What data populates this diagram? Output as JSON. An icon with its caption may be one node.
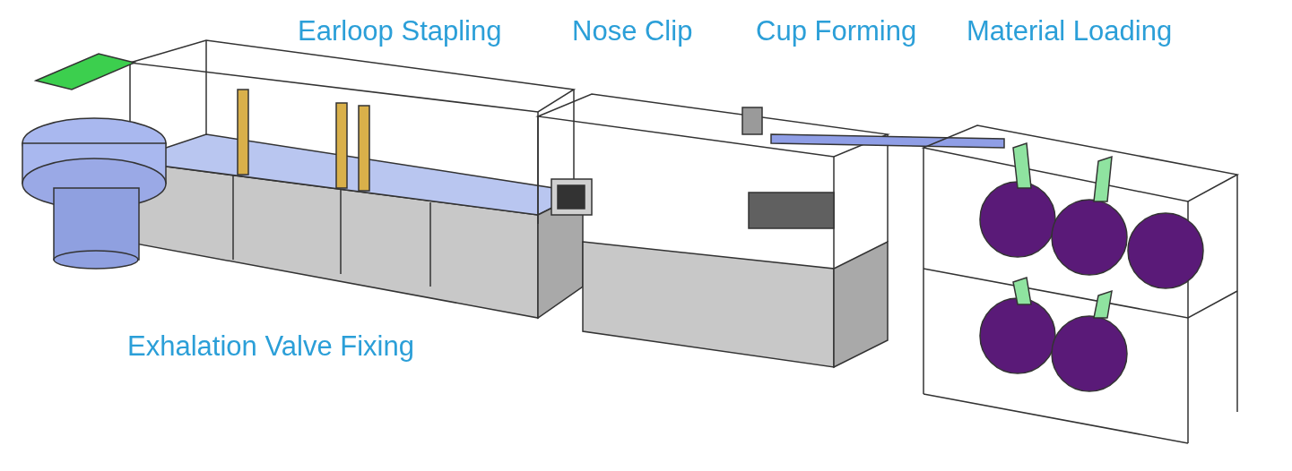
{
  "diagram": {
    "labels": [
      "Earloop Stapling",
      "Nose Clip",
      "Cup Forming",
      "Material Loading",
      "Exhalation Valve Fixing"
    ]
  }
}
